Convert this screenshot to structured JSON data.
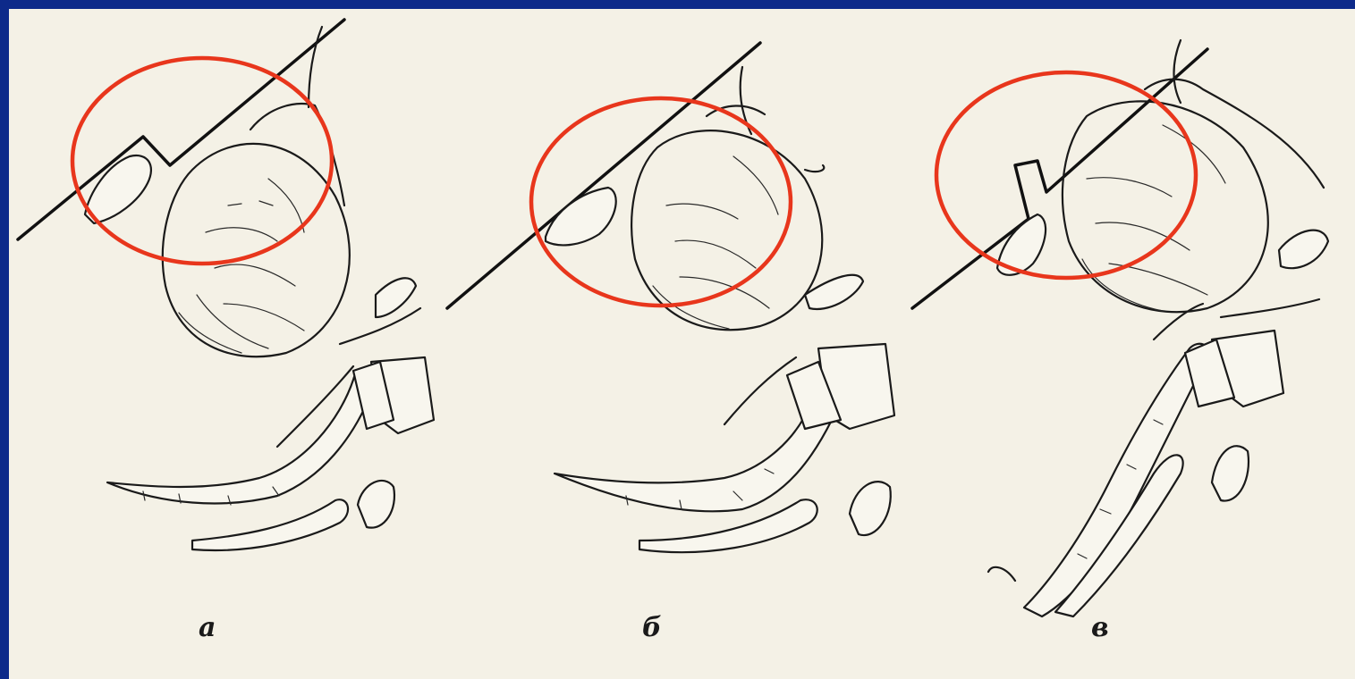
{
  "panels": [
    {
      "id": "a",
      "label": "a"
    },
    {
      "id": "b",
      "label": "б"
    },
    {
      "id": "v",
      "label": "в"
    }
  ],
  "colors": {
    "slide_background": "#0d2a8a",
    "paper": "#f4f1e6",
    "ink": "#1a1a1a",
    "highlight": "#e8361c"
  },
  "highlights": {
    "count": 3,
    "shape": "ellipse"
  }
}
